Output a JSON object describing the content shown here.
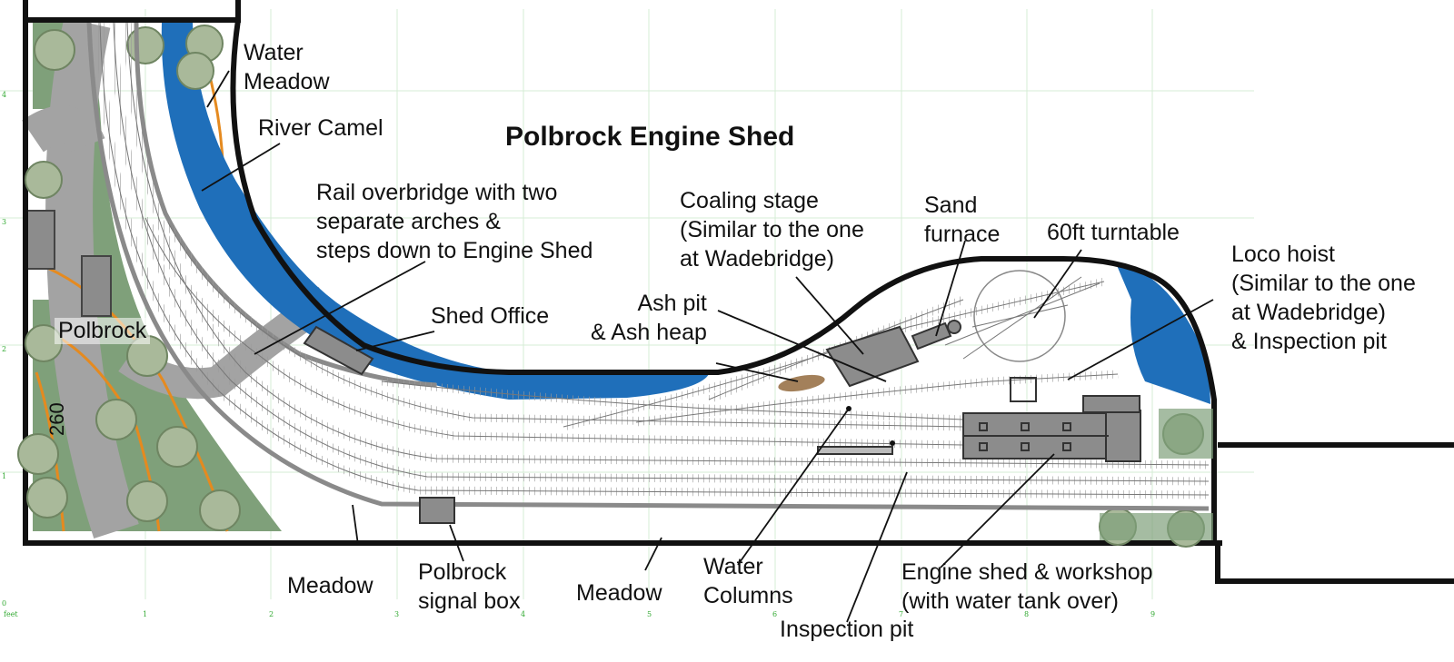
{
  "title": "Polbrock Engine Shed",
  "colors": {
    "river": "#1f6fba",
    "grass": "#7fa07a",
    "road": "#a3a3a3",
    "building": "#8c8c8c",
    "baseboard": "#111111",
    "track_bed": "#9b9b9b",
    "sleeper": "#b9b9b9",
    "grid": "#cfe8cf"
  },
  "place_label": "Polbrock",
  "road_number": "260",
  "axis": {
    "unit": "feet",
    "x_ticks": [
      "1",
      "2",
      "3",
      "4",
      "5",
      "6",
      "7",
      "8",
      "9"
    ],
    "y_ticks": [
      "0",
      "1",
      "2",
      "3",
      "4"
    ]
  },
  "labels": {
    "water_meadow": "Water\nMeadow",
    "river_camel": "River Camel",
    "rail_overbridge": "Rail overbridge with two\nseparate arches &\nsteps down to Engine Shed",
    "coaling_stage": "Coaling stage\n(Similar to the one\nat Wadebridge)",
    "sand_furnace": "Sand\nfurnace",
    "turntable": "60ft turntable",
    "loco_hoist": "Loco hoist\n(Similar to the one\nat Wadebridge)\n& Inspection pit",
    "shed_office": "Shed Office",
    "ash_pit": "Ash pit\n& Ash heap",
    "meadow_left": "Meadow",
    "signal_box": "Polbrock\nsignal box",
    "meadow_right": "Meadow",
    "water_columns": "Water\nColumns",
    "engine_shed": "Engine shed & workshop\n(with water tank over)",
    "inspection_pit": "Inspection pit"
  }
}
